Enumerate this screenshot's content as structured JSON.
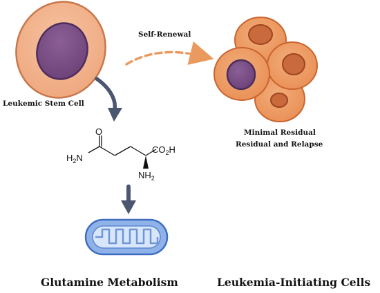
{
  "labels": {
    "stem_cell": "Leukemic Stem Cell",
    "self_renewal": "Self-Renewal",
    "mrd_line1": "Minimal Residual",
    "mrd_line2": "Residual and Relapse",
    "glutamine": "Glutamine Metabolism",
    "initiating": "Leukemia-Initiating Cells"
  },
  "molecule": {
    "oxygen": "O",
    "amide_h": "H",
    "amide_h_sub": "2",
    "amide_n": "N",
    "acid_prefix": "CO",
    "acid_sub": "2",
    "acid_suffix": "H",
    "amine_prefix": "NH",
    "amine_sub": "2"
  },
  "colors": {
    "cell_fill": "#f2b089",
    "cell_stroke": "#c9764a",
    "nucleus_fill": "#7b4f86",
    "nucleus_stroke": "#4e2d5c",
    "cluster_fill": "#ee9a62",
    "cluster_stroke": "#c9642f",
    "cluster_nucleus": "#c86a3c",
    "arrow_dark": "#4b5670",
    "arrow_orange": "#eb9a5f",
    "mito_fill": "#8fb2e8",
    "mito_stroke": "#3f6ec1",
    "mito_inner": "#d8e6fb"
  }
}
